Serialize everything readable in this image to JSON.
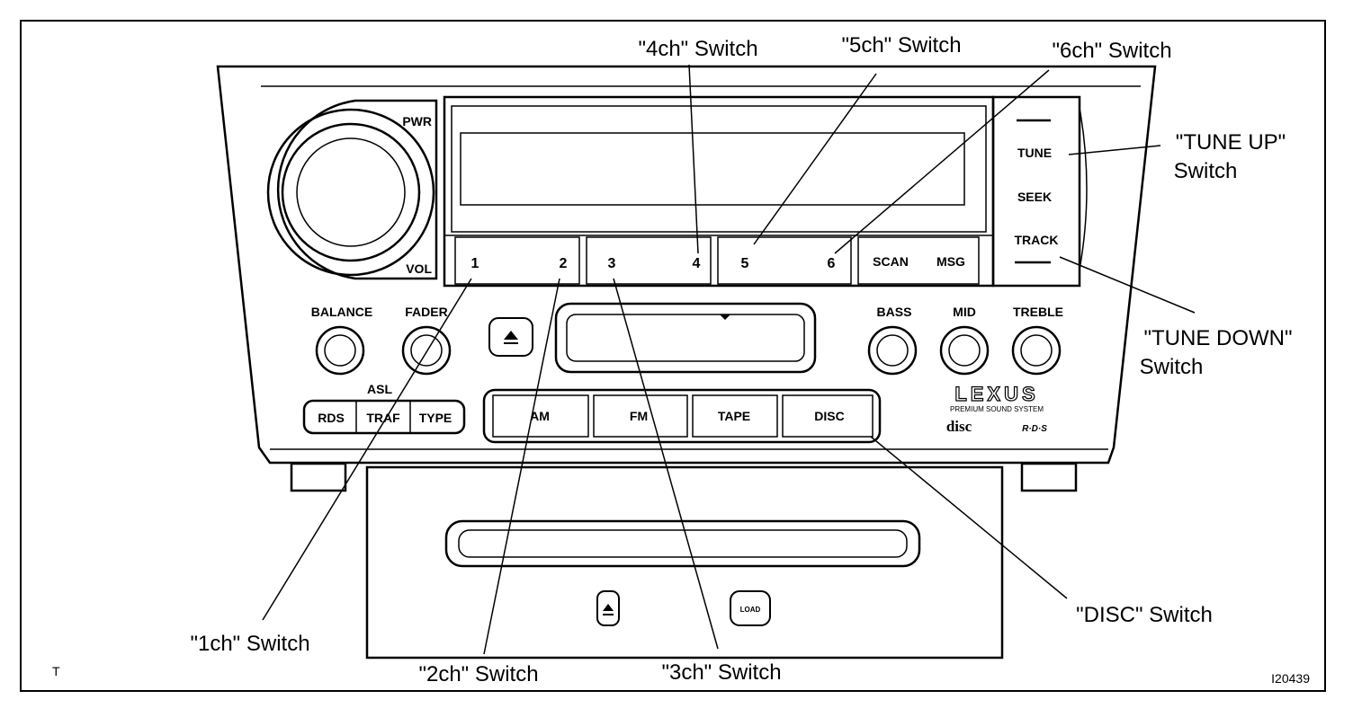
{
  "callouts": {
    "ch1": "\"1ch\" Switch",
    "ch2": "\"2ch\" Switch",
    "ch3": "\"3ch\" Switch",
    "ch4": "\"4ch\" Switch",
    "ch5": "\"5ch\" Switch",
    "ch6": "\"6ch\" Switch",
    "tune_up_line1": "\"TUNE UP\"",
    "tune_up_line2": "Switch",
    "tune_down_line1": "\"TUNE DOWN\"",
    "tune_down_line2": "Switch",
    "disc": "\"DISC\" Switch"
  },
  "panel": {
    "pwr": "PWR",
    "vol": "VOL",
    "presets": [
      "1",
      "2",
      "3",
      "4",
      "5",
      "6"
    ],
    "scan": "SCAN",
    "msg": "MSG",
    "tune": "TUNE",
    "seek": "SEEK",
    "track": "TRACK",
    "balance": "BALANCE",
    "fader": "FADER",
    "bass": "BASS",
    "mid": "MID",
    "treble": "TREBLE",
    "asl": "ASL",
    "rds": "RDS",
    "traf": "TRAF",
    "type": "TYPE",
    "am": "AM",
    "fm": "FM",
    "tape": "TAPE",
    "disc_btn": "DISC",
    "brand": "LEXUS",
    "brand_sub": "PREMIUM SOUND SYSTEM",
    "disc_logo": "disc",
    "rds_logo": "R·D·S",
    "load": "LOAD"
  },
  "corner_left": "T",
  "figure_id": "I20439"
}
